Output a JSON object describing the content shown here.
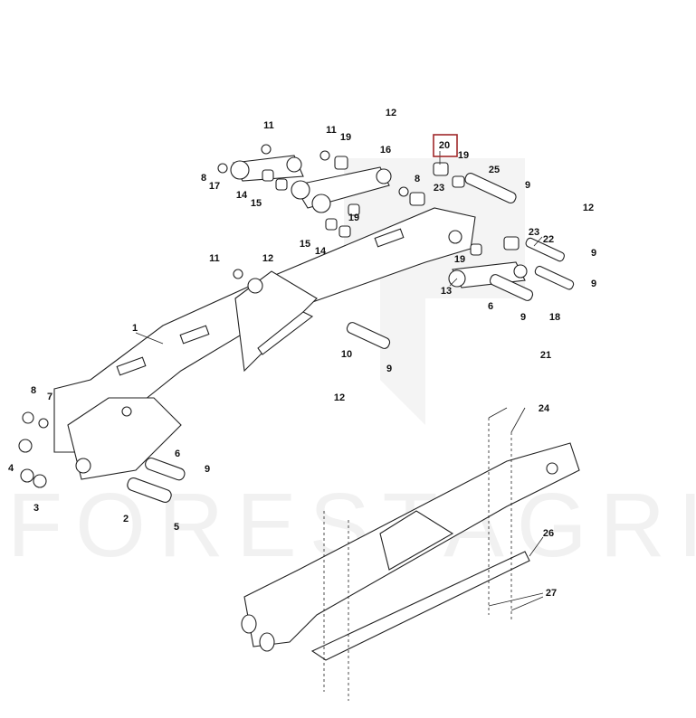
{
  "watermark": "FORESTAGRI",
  "highlight_color": "#a0282a",
  "labels": [
    "11",
    "12",
    "11",
    "19",
    "16",
    "20",
    "19",
    "25",
    "8",
    "17",
    "14",
    "15",
    "8",
    "23",
    "9",
    "19",
    "12",
    "15",
    "14",
    "23",
    "22",
    "9",
    "11",
    "12",
    "19",
    "9",
    "13",
    "6",
    "9",
    "18",
    "1",
    "10",
    "9",
    "21",
    "12",
    "8",
    "7",
    "4",
    "3",
    "6",
    "9",
    "2",
    "5",
    "24",
    "26",
    "27"
  ],
  "highlighted_label_index": 5
}
